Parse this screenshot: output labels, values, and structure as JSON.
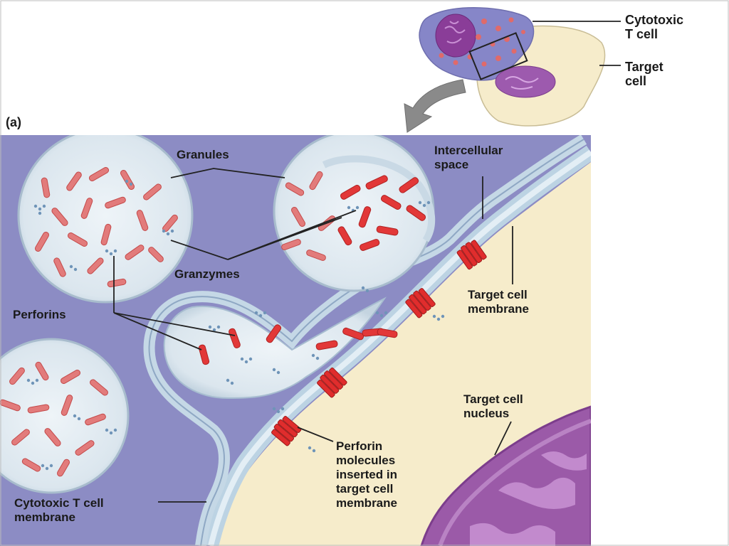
{
  "labels": {
    "cytotoxic_t_cell": "Cytotoxic\nT cell",
    "target_cell": "Target\ncell",
    "panel_a": "(a)",
    "granules": "Granules",
    "intercellular_space": "Intercellular\nspace",
    "granzymes": "Granzymes",
    "perforins": "Perforins",
    "target_cell_membrane": "Target cell\nmembrane",
    "target_cell_nucleus": "Target cell\nnucleus",
    "perforin_molecules": "Perforin\nmolecules\ninserted in\ntarget cell\nmembrane",
    "cytotoxic_t_cell_membrane": "Cytotoxic T cell\nmembrane"
  },
  "colors": {
    "t_cell_cytoplasm": "#8c8cc4",
    "target_cytoplasm": "#f6eccb",
    "nucleus": "#9b5aa8",
    "perforin": "#e03a3a",
    "granule_fill": "#d8e4ec",
    "membrane": "#b9d0e0"
  }
}
